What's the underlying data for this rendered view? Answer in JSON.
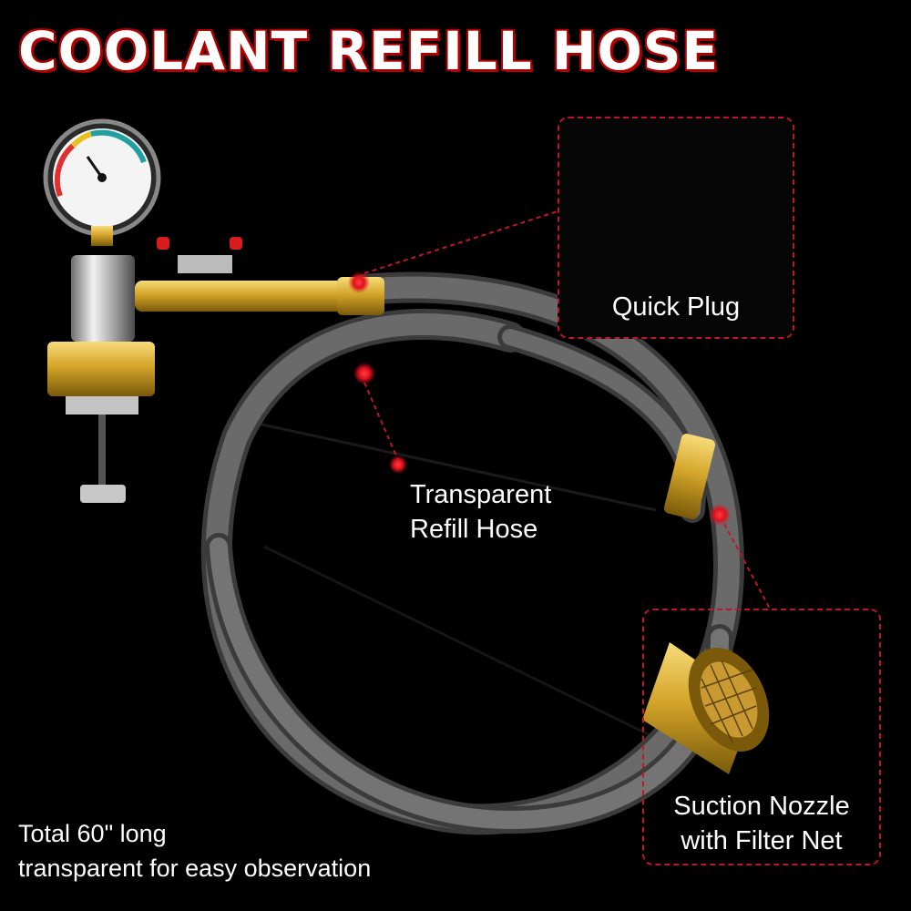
{
  "title": "COOLANT REFILL HOSE",
  "callouts": {
    "quick_plug": "Quick Plug",
    "hose_line1": "Transparent",
    "hose_line2": "Refill Hose",
    "nozzle_line1": "Suction Nozzle",
    "nozzle_line2": "with Filter Net"
  },
  "caption": {
    "line1": "Total 60\" long",
    "line2": "transparent for easy observation"
  },
  "colors": {
    "background": "#000000",
    "title_outline": "#b10000",
    "callout_marker": "#e0101e",
    "hose": "#6a6a6a",
    "brass": "#d4a52a"
  }
}
